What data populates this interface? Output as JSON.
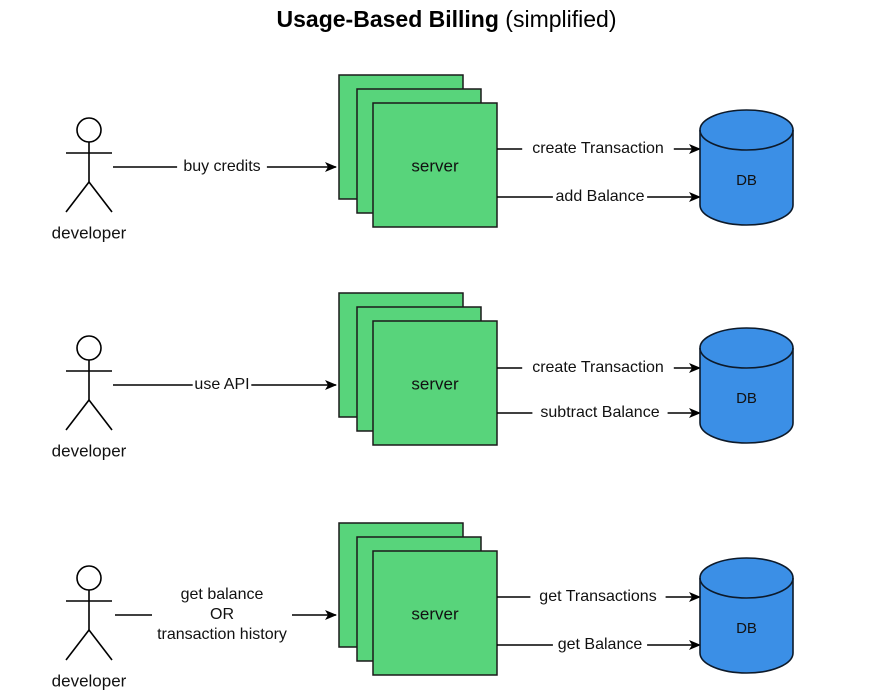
{
  "title": {
    "main": "Usage-Based Billing",
    "sub": "(simplified)"
  },
  "colors": {
    "server_fill": "#58d47b",
    "server_stroke": "#1a1a1a",
    "db_fill": "#3b8fe6",
    "db_stroke": "#0d1a2a",
    "line": "#000000",
    "text": "#111111"
  },
  "flows": [
    {
      "actor_label": "developer",
      "request_label": [
        "buy credits"
      ],
      "server_label": "server",
      "db_label": "DB",
      "db_calls": [
        "create Transaction",
        "add Balance"
      ]
    },
    {
      "actor_label": "developer",
      "request_label": [
        "use API"
      ],
      "server_label": "server",
      "db_label": "DB",
      "db_calls": [
        "create Transaction",
        "subtract Balance"
      ]
    },
    {
      "actor_label": "developer",
      "request_label": [
        "get balance",
        "OR",
        "transaction history"
      ],
      "server_label": "server",
      "db_label": "DB",
      "db_calls": [
        "get Transactions",
        "get Balance"
      ]
    }
  ]
}
